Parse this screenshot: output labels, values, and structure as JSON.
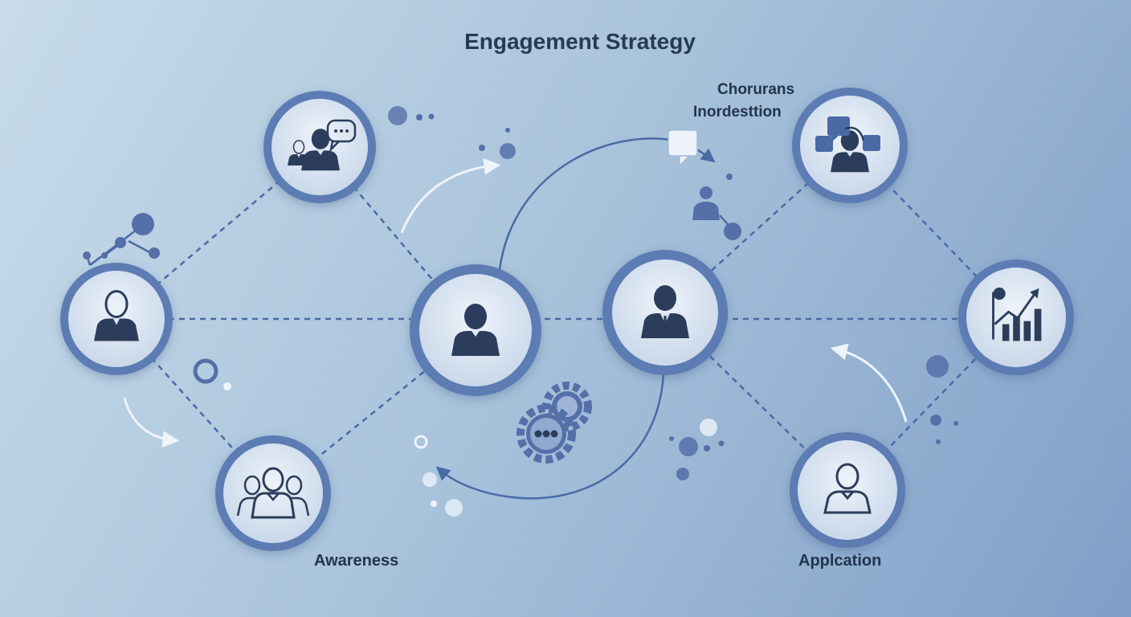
{
  "title": "Engagement Strategy",
  "side_note": {
    "line1": "Chorurans",
    "line2": "Inordesttion"
  },
  "labels": {
    "awareness": "Awareness",
    "application": "Applcation"
  },
  "colors": {
    "node_ring": "#5b7cb3",
    "node_fill": "#dbe6f3",
    "icon": "#2c3d5b",
    "connector": "#4a6aa6",
    "accent_dot": "#5570a8"
  },
  "nodes": [
    {
      "name": "speaker-person",
      "icon": "person-chat-icon"
    },
    {
      "name": "left-person",
      "icon": "person-icon"
    },
    {
      "name": "center-left-person",
      "icon": "person-icon"
    },
    {
      "name": "center-right-person",
      "icon": "person-tie-icon"
    },
    {
      "name": "conversation-person",
      "icon": "person-chat-icon"
    },
    {
      "name": "growth-chart",
      "icon": "bar-chart-growth-icon"
    },
    {
      "name": "group",
      "icon": "group-icon"
    },
    {
      "name": "single-person",
      "icon": "person-icon"
    }
  ]
}
